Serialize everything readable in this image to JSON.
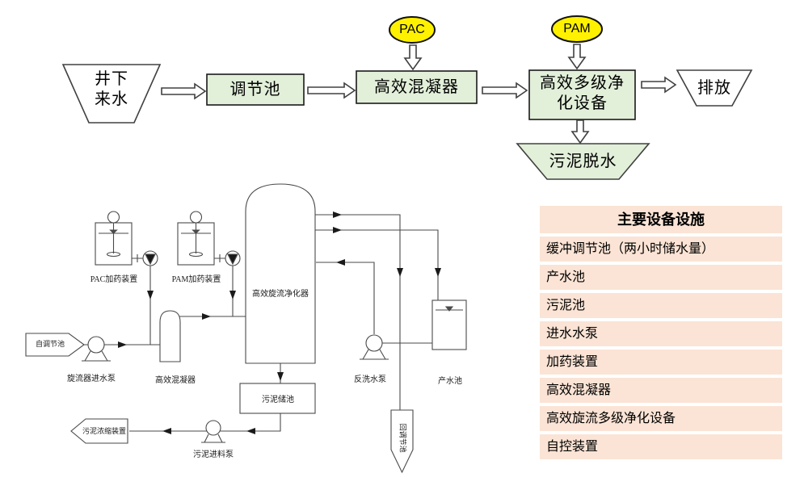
{
  "flowchart": {
    "incoming_line1": "井下",
    "incoming_line2": "来水",
    "regulating_pool": "调节池",
    "pac": "PAC",
    "coagulator": "高效混凝器",
    "pam": "PAM",
    "multistage_line1": "高效多级净",
    "multistage_line2": "化设备",
    "discharge": "排放",
    "sludge_dewatering": "污泥脱水"
  },
  "pfd": {
    "pac_dosing": "PAC加药装置",
    "pam_dosing": "PAM加药装置",
    "cyclone_purifier": "高效旋流净化器",
    "from_regulating_pool": "自调节池",
    "cyclone_feed_pump": "旋流器进水泵",
    "coagulator": "高效混凝器",
    "sludge_tank": "污泥储池",
    "backwash_pump": "反洗水泵",
    "product_water_tank": "产水池",
    "sludge_thickener": "污泥浓缩装置",
    "sludge_feed_pump": "污泥进料泵",
    "return_to_regulating_pool": "回调节池"
  },
  "table": {
    "title": "主要设备设施",
    "rows": [
      "缓冲调节池（两小时储水量）",
      "产水池",
      "污泥池",
      "进水水泵",
      "加药装置",
      "高效混凝器",
      "高效旋流多级净化设备",
      "自控装置"
    ]
  },
  "colors": {
    "node_green": "#e2efd9",
    "chem_yellow": "#fff100",
    "table_peach": "#fbe4d5",
    "line_black": "#2b2b2b"
  }
}
